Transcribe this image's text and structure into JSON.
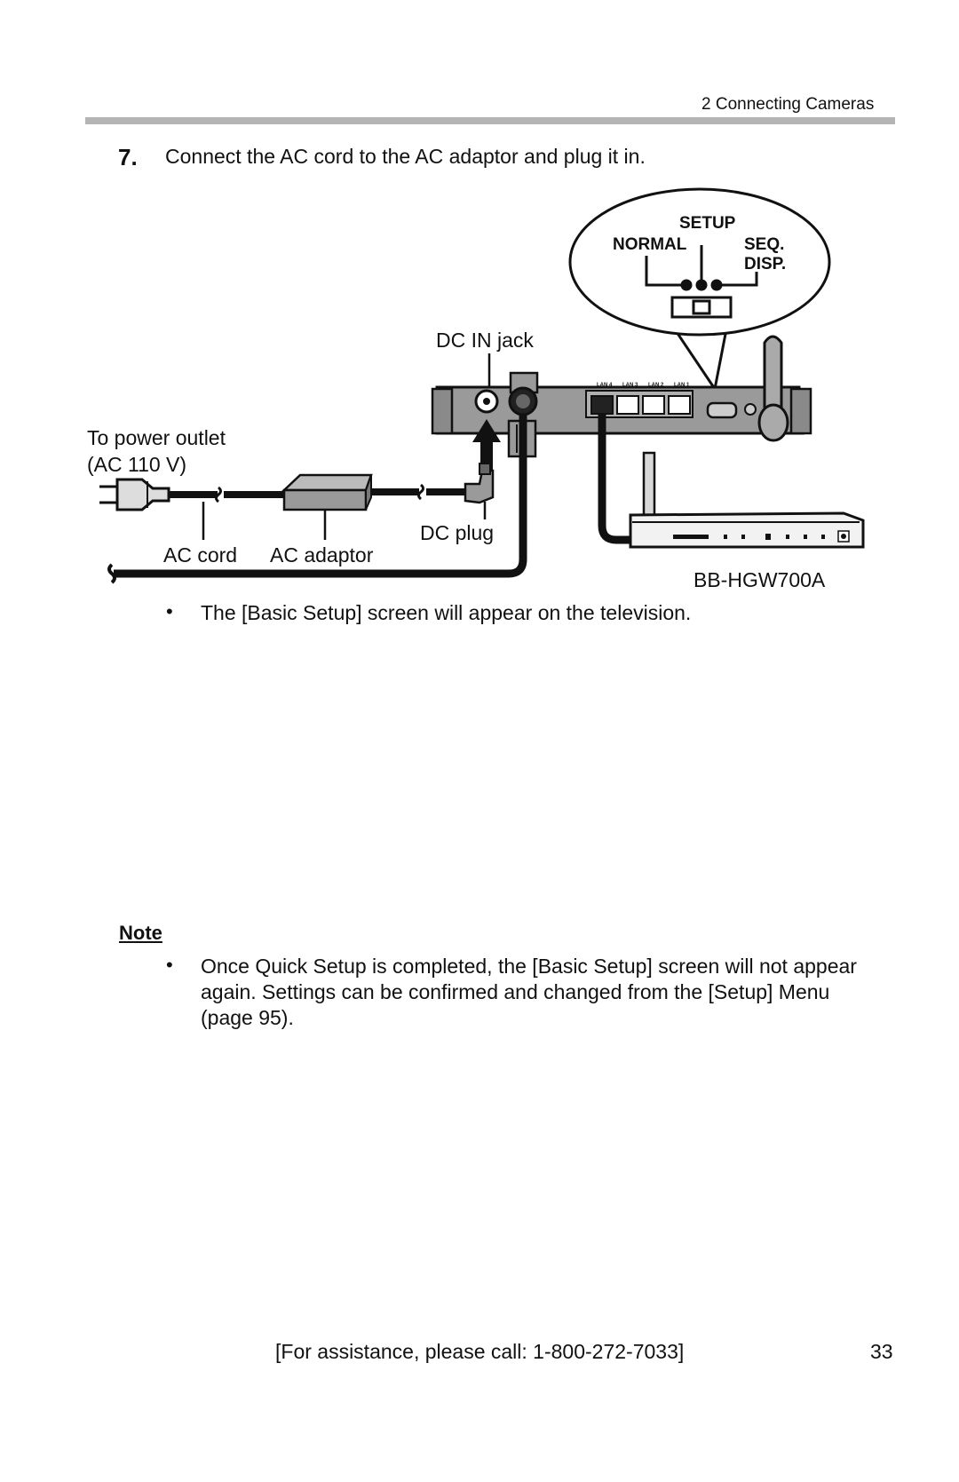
{
  "header": {
    "section": "2   Connecting Cameras"
  },
  "step": {
    "number": "7.",
    "text": "Connect the AC cord to the AC adaptor and plug it in."
  },
  "diagram": {
    "callout": {
      "setup": "SETUP",
      "normal": "NORMAL",
      "seq_line1": "SEQ.",
      "seq_line2": "DISP."
    },
    "dc_in_jack": "DC IN jack",
    "power_outlet_line1": "To power outlet",
    "power_outlet_line2": "(AC 110 V)",
    "dc_plug": "DC plug",
    "ac_cord": "AC cord",
    "ac_adaptor": "AC adaptor",
    "model": "BB-HGW700A",
    "lan_ports": [
      "LAN 4",
      "LAN 3",
      "LAN 2",
      "LAN 1"
    ]
  },
  "bullet": {
    "symbol": "•",
    "text": "The [Basic Setup] screen will appear on the television."
  },
  "note": {
    "title": "Note",
    "symbol": "•",
    "lines": [
      "Once Quick Setup is completed, the [Basic Setup] screen will not appear",
      "again. Settings can be confirmed and changed from the [Setup] Menu",
      "(page 95)."
    ]
  },
  "footer": {
    "assistance": "[For assistance, please call: 1-800-272-7033]",
    "page": "33"
  }
}
